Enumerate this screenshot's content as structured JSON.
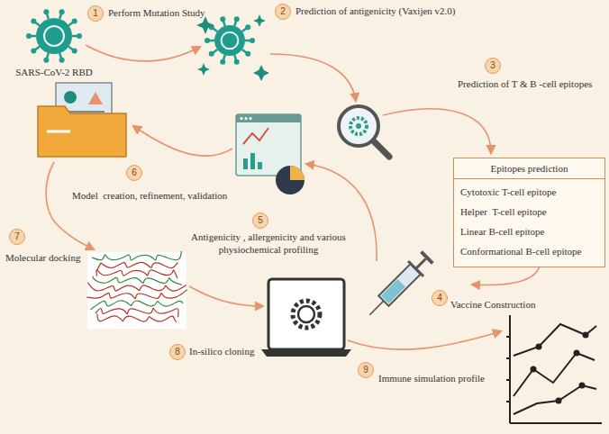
{
  "diagram": {
    "nodes": [
      {
        "text": [
          "SARS-CoV-2 RBD"
        ]
      },
      {
        "text": [
          "Epitopes prediction",
          "Cytotoxic T-cell epitope",
          "Helper  T-cell epitope",
          "Linear B-cell epitope",
          "Conformational B-cell epitope"
        ]
      }
    ],
    "labels": [
      "1",
      "Perform Mutation Study",
      "2",
      "Prediction of antigenicity (Vaxijen v2.0)",
      "3",
      "Prediction of T & B -cell epitopes",
      "4",
      "Vaccine Construction",
      "5",
      "Antigenicity , allergenicity and various physiochemical profiling",
      "6",
      "Model  creation, refinement, validation",
      "7",
      "Molecular docking",
      "8",
      "In-silico cloning",
      "9",
      "Immune simulation profile"
    ]
  }
}
